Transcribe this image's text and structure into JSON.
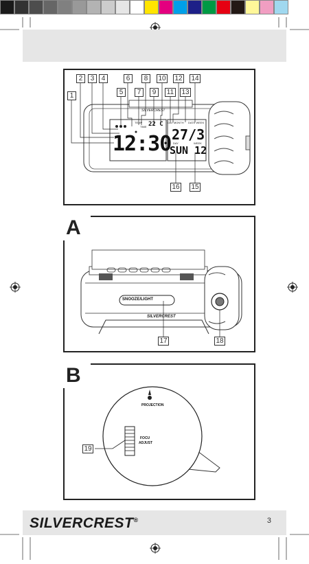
{
  "swatches": [
    "#1a1a1a",
    "#333333",
    "#4d4d4d",
    "#666666",
    "#808080",
    "#999999",
    "#b3b3b3",
    "#cccccc",
    "#e6e6e6",
    "#ffffff",
    "#ffe500",
    "#e4007f",
    "#00a0e9",
    "#1d2088",
    "#009944",
    "#e60012",
    "#231815",
    "#fff799",
    "#f19ec2",
    "#a0d8ef"
  ],
  "figure_main": {
    "callouts": [
      "1",
      "2",
      "3",
      "4",
      "5",
      "6",
      "7",
      "8",
      "9",
      "10",
      "11",
      "12",
      "13",
      "14",
      "15",
      "16"
    ],
    "device_brand": "SILVERCREST",
    "lcd_time": "12:30",
    "lcd_date": "27/3",
    "lcd_day": "SUN 12",
    "lcd_small_value": "22 C",
    "lcd_label_month": "DAY  MONTH",
    "lcd_label_date": "DATE  WEEK",
    "lcd_label_day": "DAY",
    "lcd_label_week": "WEEK",
    "lcd_label_temp": "TEMP",
    "lcd_label_time": "TIME"
  },
  "figure_a": {
    "letter": "A",
    "button_label": "SNOOZE/LIGHT",
    "device_brand": "SILVERCREST",
    "callouts": [
      "17",
      "18"
    ]
  },
  "figure_b": {
    "letter": "B",
    "projection_label": "PROJECTION",
    "focus_label_line1": "FOCU",
    "focus_label_line2": "ADJUST",
    "callouts": [
      "19"
    ]
  },
  "footer": {
    "brand": "SILVERCREST",
    "brand_mark": "®",
    "page_number": "3"
  }
}
